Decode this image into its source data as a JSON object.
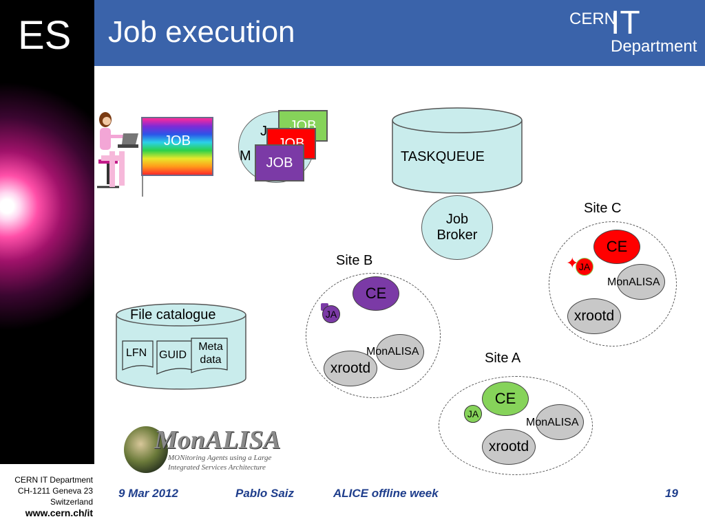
{
  "header": {
    "badge": "ES",
    "title": "Job execution",
    "logo_cern": "CERN",
    "logo_it": "IT",
    "logo_department": "Department"
  },
  "diagram": {
    "user_job": "JOB",
    "manager_fragment_a": "J",
    "manager_fragment_b": "M",
    "job_cards": [
      "JOB",
      "JOB",
      "JOB"
    ],
    "taskqueue": "TASKQUEUE",
    "job_broker_line1": "Job",
    "job_broker_line2": "Broker",
    "file_catalogue": {
      "title": "File catalogue",
      "lfn": "LFN",
      "guid": "GUID",
      "meta_line1": "Meta",
      "meta_line2": "data"
    },
    "sites": {
      "a": {
        "label": "Site A",
        "ce": "CE",
        "ja": "JA",
        "monalisa": "MonALISA",
        "xrootd": "xrootd"
      },
      "b": {
        "label": "Site B",
        "ce": "CE",
        "ja": "JA",
        "monalisa": "MonALISA",
        "xrootd": "xrootd"
      },
      "c": {
        "label": "Site C",
        "ce": "CE",
        "ja": "JA",
        "monalisa": "MonALISA",
        "xrootd": "xrootd"
      }
    },
    "monalisa_logo": {
      "name": "MonALISA",
      "tagline_1": "MONitoring Agents using a Large",
      "tagline_2": "Integrated Services Architecture"
    }
  },
  "footer": {
    "address_1": "CERN IT Department",
    "address_2": "CH-1211 Geneva 23",
    "address_3": "Switzerland",
    "website": "www.cern.ch/it",
    "date": "9 Mar 2012",
    "author": "Pablo Saiz",
    "event": "ALICE offline week",
    "page": "19"
  },
  "colors": {
    "header_bg": "#3a63aa",
    "footer_text": "#1f3e8c",
    "site_a_ce": "#86d35a",
    "site_b_ce": "#7b3aa6",
    "site_c_ce": "#ff0000",
    "light_cyan": "#c9ecec",
    "gray_node": "#c8c8c8"
  }
}
